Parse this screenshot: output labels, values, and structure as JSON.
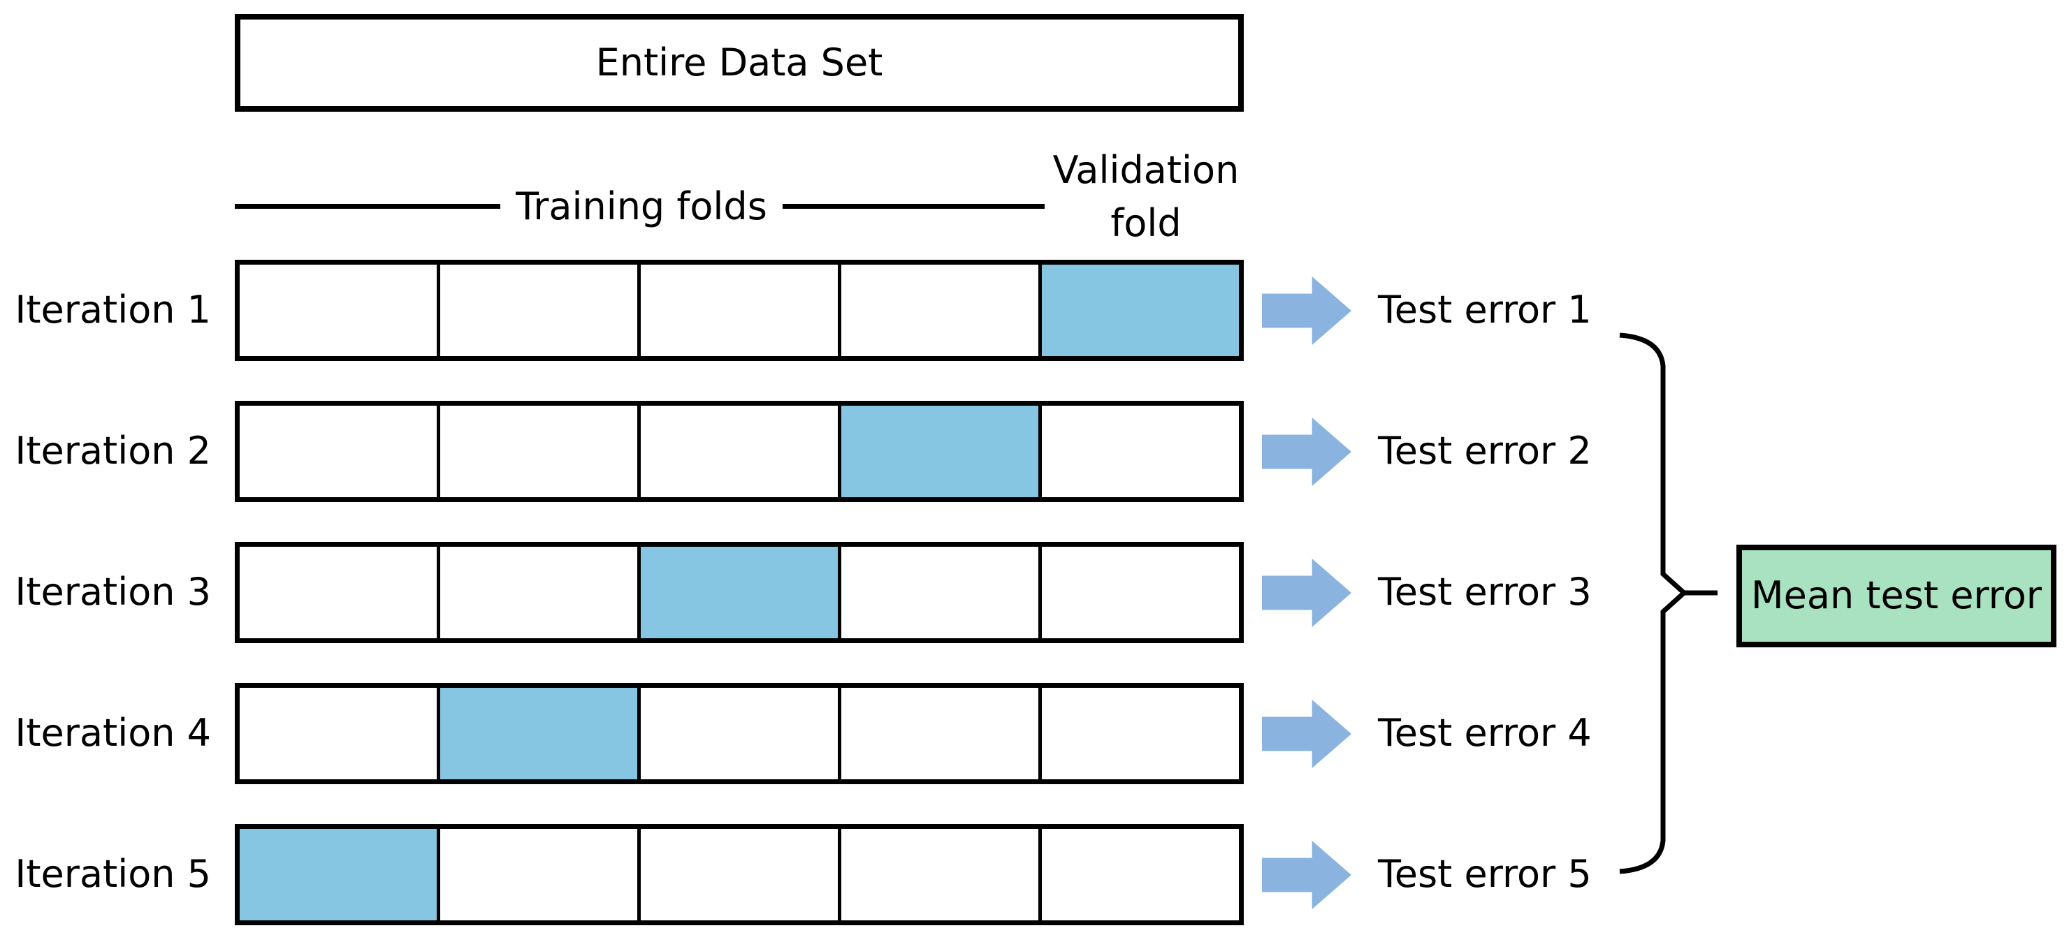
{
  "labels": {
    "entire_data_set": "Entire Data Set",
    "training_folds": "Training folds",
    "validation_fold_line1": "Validation",
    "validation_fold_line2": "fold",
    "mean_test_error": "Mean test error"
  },
  "folds_per_row": 5,
  "iterations": [
    {
      "label": "Iteration 1",
      "validation_fold_index": 4,
      "test_error_label": "Test error 1"
    },
    {
      "label": "Iteration 2",
      "validation_fold_index": 3,
      "test_error_label": "Test error 2"
    },
    {
      "label": "Iteration 3",
      "validation_fold_index": 2,
      "test_error_label": "Test error 3"
    },
    {
      "label": "Iteration 4",
      "validation_fold_index": 1,
      "test_error_label": "Test error 4"
    },
    {
      "label": "Iteration 5",
      "validation_fold_index": 0,
      "test_error_label": "Test error 5"
    }
  ],
  "icons": {
    "row_arrow": "right-arrow-icon",
    "aggregate_bracket": "curly-bracket"
  },
  "colors": {
    "validation_fold_fill": "#86C6E2",
    "arrow_fill": "#8AB4DF",
    "mean_box_fill": "#A9E2C1",
    "line_color": "#000000",
    "background": "#FFFFFF"
  }
}
